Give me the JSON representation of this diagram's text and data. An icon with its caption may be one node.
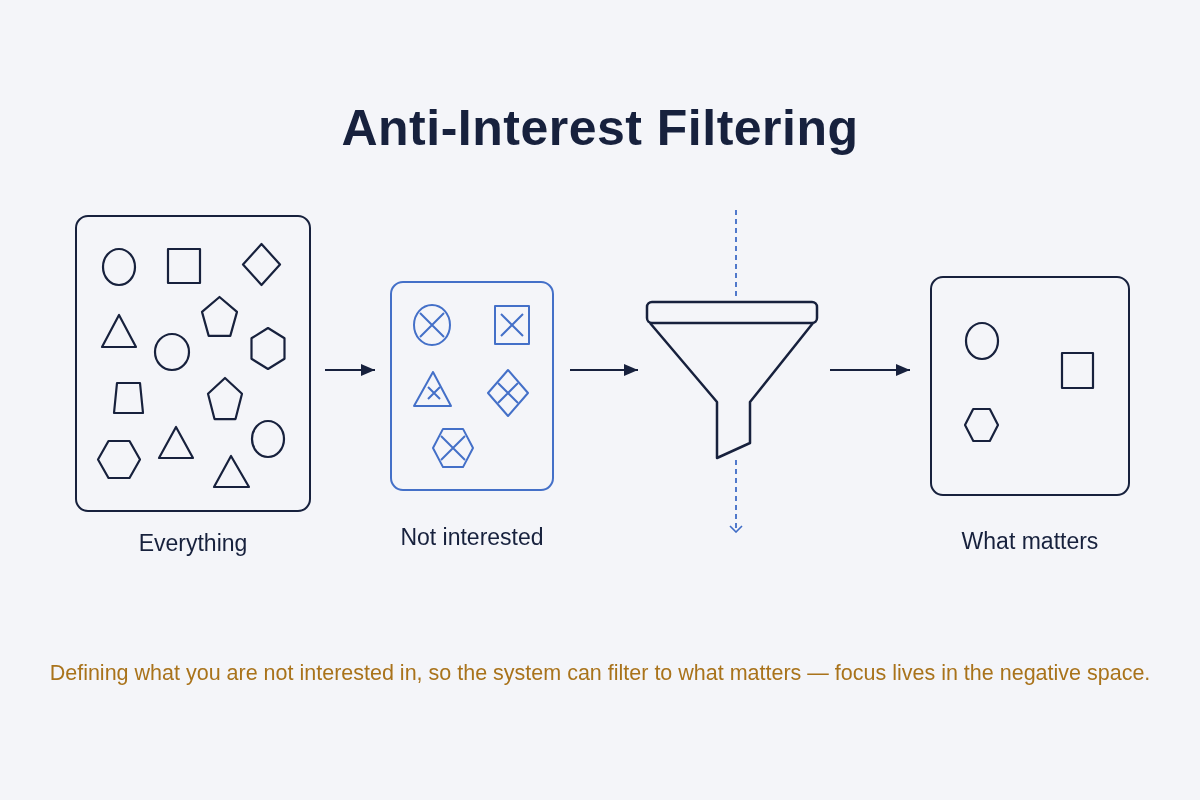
{
  "diagram": {
    "title": "Anti-Interest Filtering",
    "nodes": [
      {
        "text": [
          "Everything"
        ]
      },
      {
        "text": [
          "Not interested"
        ]
      },
      {
        "text": [],
        "shape": "funnel"
      },
      {
        "text": [
          "What matters"
        ]
      }
    ],
    "edges": [
      {
        "from": 0,
        "to": 1,
        "arrow": "to"
      },
      {
        "from": 1,
        "to": 2,
        "arrow": "to"
      },
      {
        "from": 2,
        "to": 3,
        "arrow": "to"
      },
      {
        "from": null,
        "to": 2,
        "arrow": "none",
        "style": "dashed",
        "color": "#3f6cc6"
      },
      {
        "from": 2,
        "to": null,
        "arrow": "to",
        "style": "dashed",
        "color": "#3f6cc6"
      }
    ],
    "caption": "Defining what you are not interested in, so the system can filter to what matters — focus lives in the negative space."
  }
}
